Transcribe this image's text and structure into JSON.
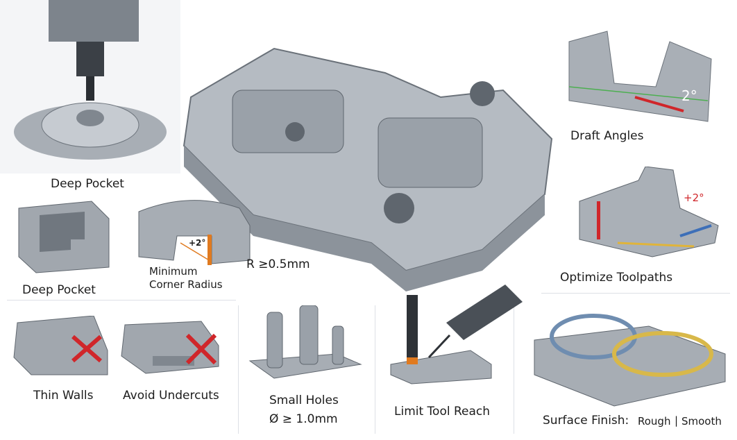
{
  "labels": {
    "deep_pocket_top": "Deep Pocket",
    "draft_angles": "Draft Angles",
    "draft_angle_value": "2°",
    "deep_pocket_mid": "Deep Pocket",
    "min_corner_radius_line1": "Minimum",
    "min_corner_radius_line2": "Corner Radius",
    "corner_radius_value": "R ≥0.5mm",
    "corner_angle": "+2°",
    "toolpath_angle": "+2°",
    "optimize_toolpaths": "Optimize Toolpaths",
    "thin_walls": "Thin Walls",
    "avoid_undercuts": "Avoid Undercuts",
    "small_holes": "Small Holes",
    "small_holes_value": "Ø ≥ 1.0mm",
    "limit_tool_reach": "Limit Tool Reach",
    "surface_finish": "Surface Finish:",
    "rough": "Rough",
    "separator": "|",
    "smooth": "Smooth"
  },
  "colors": {
    "metal": "#9aa1a9",
    "metal_dark": "#5f666e",
    "accent_red": "#d0262a",
    "accent_orange": "#e07a1f"
  }
}
